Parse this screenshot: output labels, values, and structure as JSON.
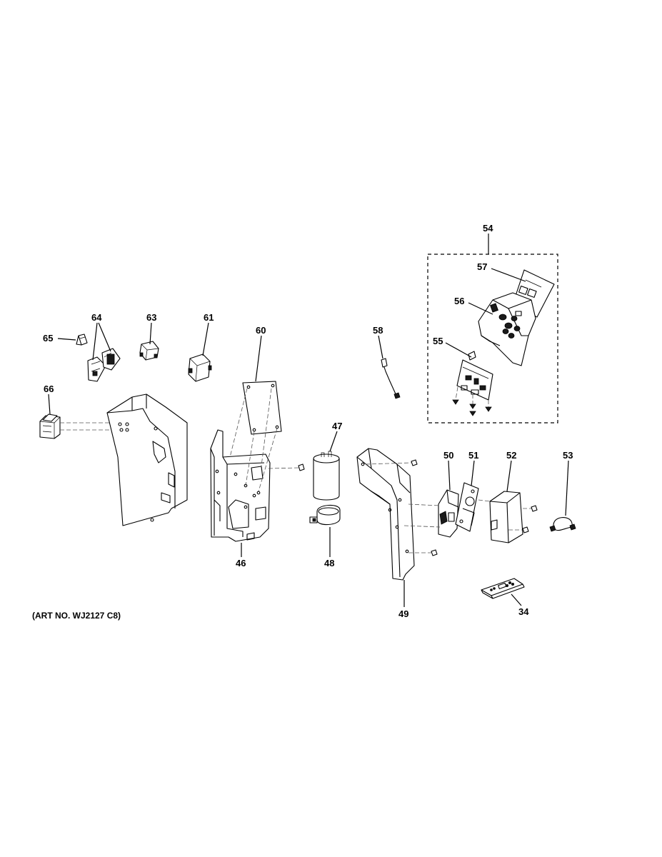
{
  "labels": {
    "p34": "34",
    "p46": "46",
    "p47": "47",
    "p48": "48",
    "p49": "49",
    "p50": "50",
    "p51": "51",
    "p52": "52",
    "p53": "53",
    "p54": "54",
    "p55": "55",
    "p56": "56",
    "p57": "57",
    "p58": "58",
    "p60": "60",
    "p61": "61",
    "p63": "63",
    "p64": "64",
    "p65": "65",
    "p66": "66"
  },
  "art_number": "(ART NO. WJ2127 C8)"
}
